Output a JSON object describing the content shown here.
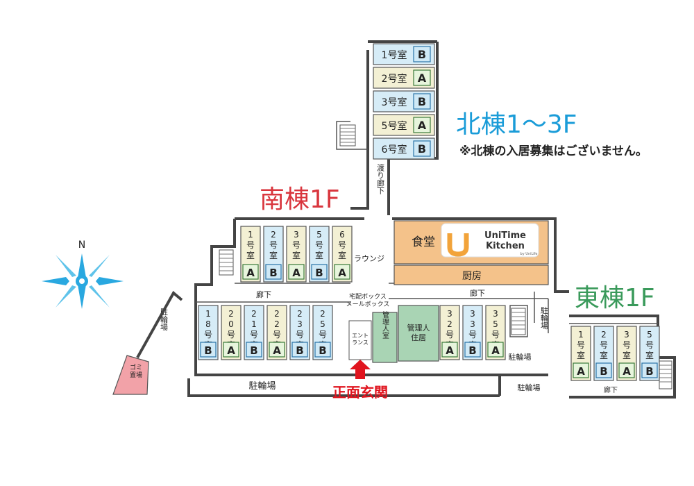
{
  "north_building": {
    "title": "北棟1〜3F",
    "notice": "※北棟の入居募集はございません。",
    "rooms": [
      {
        "label": "1号室",
        "type": "B"
      },
      {
        "label": "2号室",
        "type": "A"
      },
      {
        "label": "3号室",
        "type": "B"
      },
      {
        "label": "5号室",
        "type": "A"
      },
      {
        "label": "6号室",
        "type": "B"
      }
    ],
    "corridor": "渡り廊下"
  },
  "south_building": {
    "title": "南棟1F",
    "upper_rooms": [
      {
        "label": "1号室",
        "type": "A"
      },
      {
        "label": "2号室",
        "type": "B"
      },
      {
        "label": "3号室",
        "type": "A"
      },
      {
        "label": "5号室",
        "type": "B"
      },
      {
        "label": "6号室",
        "type": "A"
      }
    ],
    "lower_rooms": [
      {
        "label": "18号室",
        "type": "B"
      },
      {
        "label": "20号室",
        "type": "A"
      },
      {
        "label": "21号室",
        "type": "B"
      },
      {
        "label": "22号室",
        "type": "A"
      },
      {
        "label": "23号室",
        "type": "B"
      },
      {
        "label": "25号室",
        "type": "B"
      }
    ],
    "middle_rooms": [
      {
        "label": "32号室",
        "type": "A"
      },
      {
        "label": "33号室",
        "type": "B"
      },
      {
        "label": "35号室",
        "type": "A"
      }
    ],
    "corridor": "廊下",
    "corridor2": "廊下"
  },
  "east_building": {
    "title": "東棟1F",
    "rooms": [
      {
        "label": "1号室",
        "type": "A"
      },
      {
        "label": "2号室",
        "type": "B"
      },
      {
        "label": "3号室",
        "type": "A"
      },
      {
        "label": "5号室",
        "type": "B"
      }
    ],
    "corridor": "廊下"
  },
  "facilities": {
    "dining": "食堂",
    "kitchen": "厨房",
    "lounge": "ラウンジ",
    "mailbox": "宅配ボックス\nメールボックス",
    "manager_room": "管理人室",
    "manager_residence": "管理人住居",
    "entrance": "エントランス",
    "main_entrance": "正面玄関",
    "garbage": "ゴミ置場",
    "bike_parking": "駐輪場"
  },
  "logo": {
    "line1": "UniTime",
    "line2": "Kitchen",
    "sub": "by UniLife"
  },
  "compass": {
    "north": "N"
  },
  "colors": {
    "north_title": "#1a9cd8",
    "south_title": "#d9363e",
    "east_title": "#3a9a5b",
    "entrance_red": "#e0141e",
    "dining": "#f4c28a",
    "manager": "#a9d4b4",
    "garbage": "#f2a2a8",
    "compass": "#29a8e0"
  }
}
